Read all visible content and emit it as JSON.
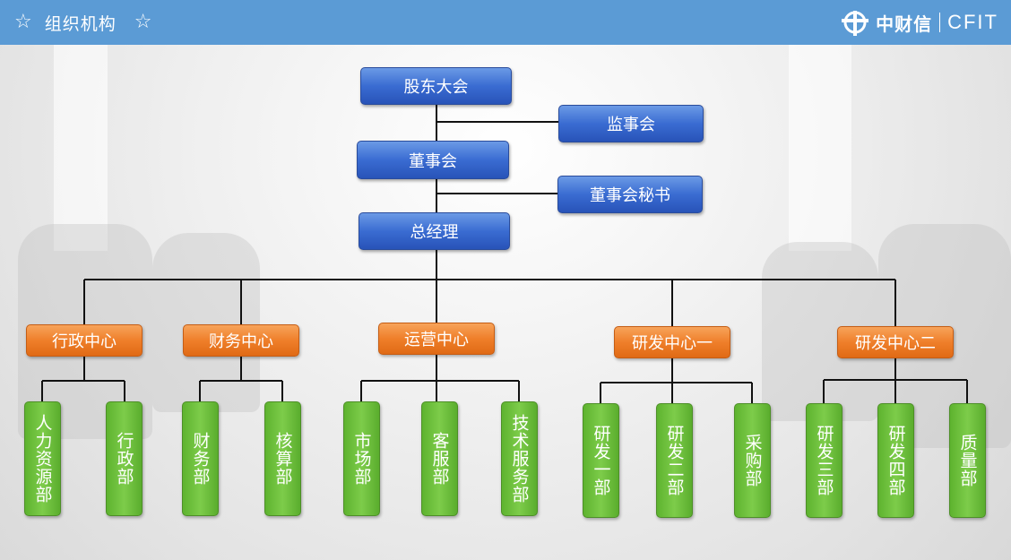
{
  "header": {
    "title": "组织机构",
    "star_left": "☆",
    "star_right": "☆",
    "logo_cn": "中财信",
    "logo_en": "CFIT",
    "bg_color": "#5b9bd5"
  },
  "chart": {
    "top": {
      "shareholders": "股东大会",
      "supervisors": "监事会",
      "board": "董事会",
      "board_secretary": "董事会秘书",
      "general_manager": "总经理"
    },
    "centers": [
      {
        "name": "行政中心",
        "departments": [
          "人力资源部",
          "行政部"
        ]
      },
      {
        "name": "财务中心",
        "departments": [
          "财务部",
          "核算部"
        ]
      },
      {
        "name": "运营中心",
        "departments": [
          "市场部",
          "客服部",
          "技术服务部"
        ]
      },
      {
        "name": "研发中心一",
        "departments": [
          "研发一部",
          "研发二部",
          "采购部"
        ]
      },
      {
        "name": "研发中心二",
        "departments": [
          "研发三部",
          "研发四部",
          "质量部"
        ]
      }
    ]
  },
  "colors": {
    "level1": "#3a6cd2",
    "centers": "#ef7f2a",
    "departments": "#6fc03e"
  }
}
